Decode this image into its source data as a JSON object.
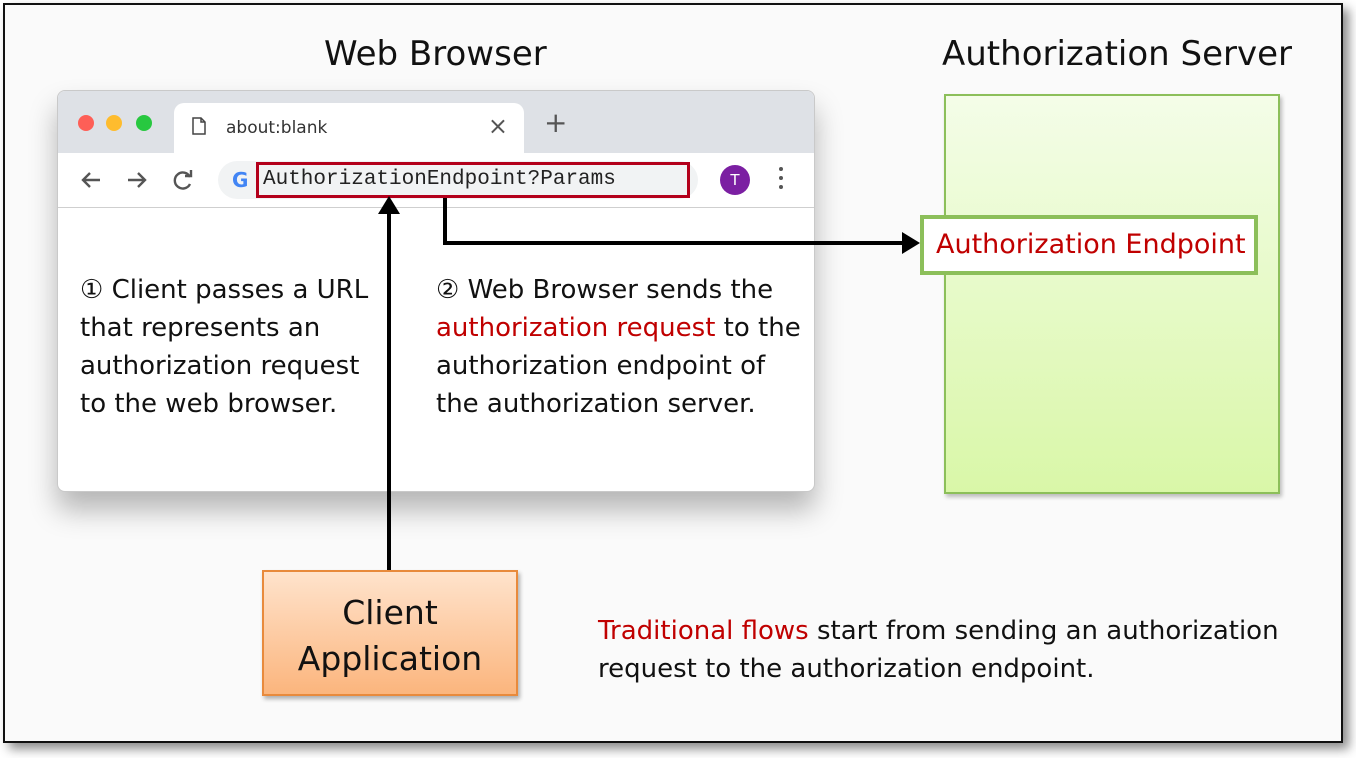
{
  "titles": {
    "browser": "Web Browser",
    "server": "Authorization Server"
  },
  "browser": {
    "tab_title": "about:blank",
    "tab_close": "×",
    "new_tab": "+",
    "url": "AuthorizationEndpoint?Params",
    "google_logo": "G",
    "avatar_initial": "T",
    "icons": [
      "page-icon",
      "close-icon",
      "plus-icon",
      "back-arrow-icon",
      "forward-arrow-icon",
      "reload-icon",
      "google-icon",
      "avatar",
      "kebab-menu-icon"
    ]
  },
  "steps": {
    "step1": "① Client passes a URL that represents an authorization request to the web browser.",
    "step2_prefix": "② Web Browser sends the ",
    "step2_highlight": "authorization request",
    "step2_suffix": " to the authorization endpoint of the authorization server."
  },
  "server": {
    "endpoint_label": "Authorization Endpoint"
  },
  "client": {
    "label": "Client\nApplication"
  },
  "note": {
    "highlight": "Traditional flows",
    "text": " start from sending an authorization request to the authorization endpoint."
  },
  "colors": {
    "highlight_red": "#c00000",
    "url_border": "#b3001b",
    "server_fill": "#d9f7a8",
    "server_border": "#8cbf5a",
    "client_fill": "#fbb57d",
    "client_border": "#e88a3c"
  }
}
